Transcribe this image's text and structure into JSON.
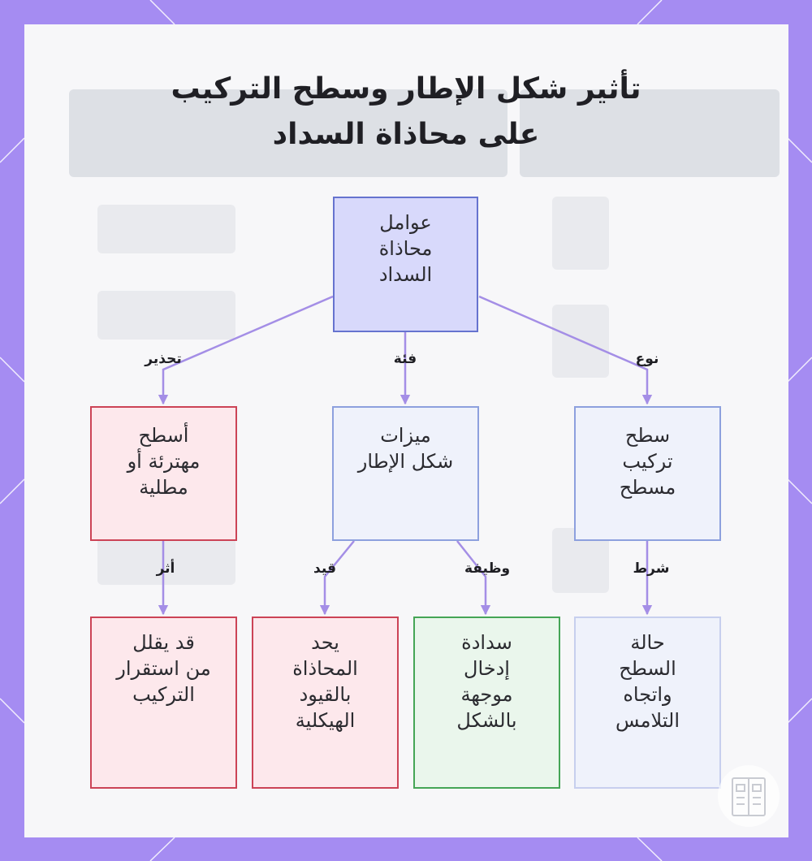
{
  "title": {
    "line1": "تأثير شكل الإطار وسطح التركيب",
    "line2": "على محاذاة السداد"
  },
  "nodes": {
    "root": "عوامل\nمحاذاة\nالسداد",
    "surface": "أسطح\nمهترئة أو\nمطلية",
    "frame": "ميزات\nشكل الإطار",
    "mount": "سطح\nتركيب\nمسطح",
    "stability": "قد يقلل\nمن استقرار\nالتركيب",
    "limit": "يحد\nالمحاذاة\nبالقيود\nالهيكلية",
    "guided": "سدادة\nإدخال\nموجهة\nبالشكل",
    "contact": "حالة\nالسطح\nواتجاه\nالتلامس"
  },
  "edges": {
    "warning": "تحذير",
    "category": "فئة",
    "type": "نوع",
    "effect": "أثر",
    "constraint": "قيد",
    "function": "وظيفة",
    "condition": "شرط"
  },
  "colors": {
    "border_purple": "#a58cf2",
    "line": "#a48ee6",
    "root_fill": "#d8d9fb",
    "root_border": "#6673cf",
    "red_fill": "#fde8ec",
    "red_border": "#cc4356",
    "blue_fill": "#eff2fb",
    "blue_border": "#8da0de",
    "green_fill": "#eaf6ec",
    "green_border": "#45a556"
  },
  "icons": [
    "book-logo-icon"
  ]
}
